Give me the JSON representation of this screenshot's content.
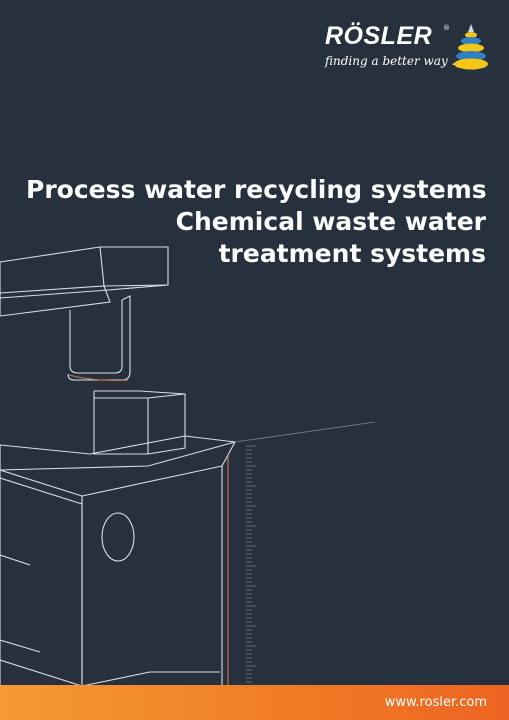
{
  "logo": {
    "brand": "RÖSLER",
    "registered_mark": "®",
    "tagline": "finding a better way ..."
  },
  "headline": {
    "line1": "Process water recycling systems",
    "line2": "Chemical waste water",
    "line3": "treatment systems"
  },
  "footer": {
    "url": "www.rosler.com"
  },
  "colors": {
    "background": "#27303d",
    "footer_orange": "#f07a25",
    "logo_yellow": "#f5c518",
    "logo_blue": "#2f7fc1"
  },
  "illustration": {
    "icon": "machine-line-drawing"
  }
}
